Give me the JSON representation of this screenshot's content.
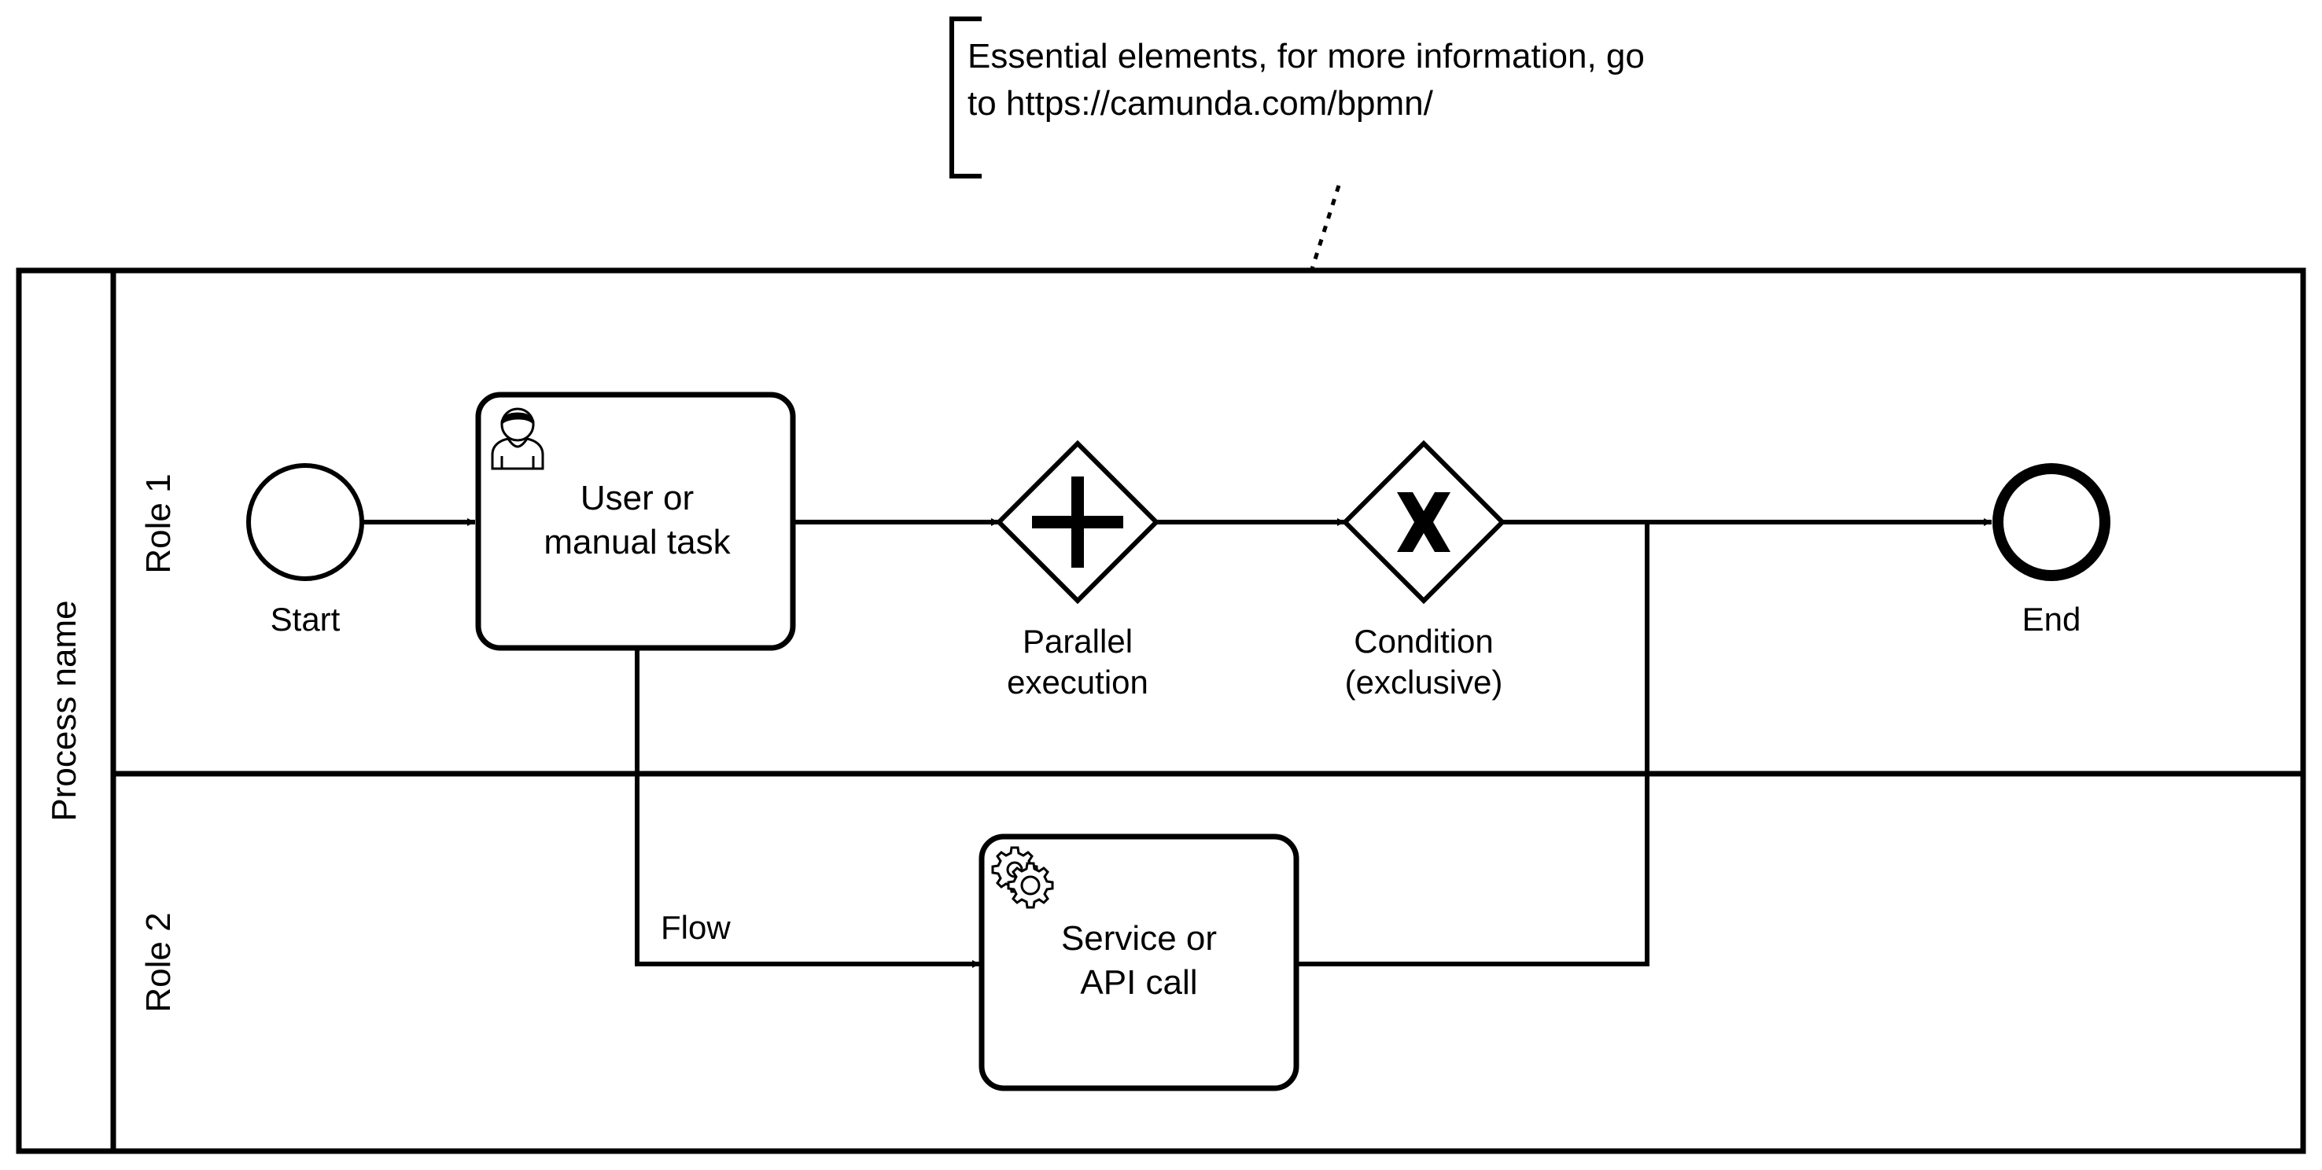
{
  "annotation": {
    "lines": [
      "Essential elements, for more information, go",
      "to https://camunda.com/bpmn/"
    ]
  },
  "pool": {
    "name": "Process name"
  },
  "lanes": [
    {
      "name": "Role 1"
    },
    {
      "name": "Role 2"
    }
  ],
  "events": {
    "start": {
      "label": "Start"
    },
    "end": {
      "label": "End"
    }
  },
  "tasks": {
    "user": {
      "lines": [
        "User or",
        "manual task"
      ],
      "icon": "user-icon"
    },
    "service": {
      "lines": [
        "Service or",
        "API call"
      ],
      "icon": "gear-icon"
    }
  },
  "gateways": {
    "parallel": {
      "lines": [
        "Parallel",
        "execution"
      ],
      "icon": "plus-icon"
    },
    "exclusive": {
      "lines": [
        "Condition",
        "(exclusive)"
      ],
      "icon": "x-icon"
    }
  },
  "flow_label": "Flow",
  "colors": {
    "stroke": "#000000",
    "background": "#ffffff"
  }
}
